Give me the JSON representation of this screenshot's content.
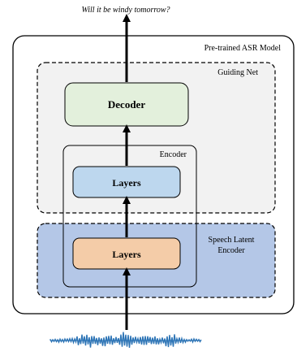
{
  "output_text": "Will it be windy tomorrow?",
  "asr_model": {
    "label": "Pre-trained ASR Model"
  },
  "guiding_net": {
    "label": "Guiding Net"
  },
  "decoder": {
    "label": "Decoder",
    "fill": "#e3f0dc"
  },
  "encoder": {
    "label": "Encoder"
  },
  "encoder_layers": {
    "label": "Layers",
    "fill": "#bdd7ee"
  },
  "speech_latent_encoder": {
    "label_line1": "Speech Latent",
    "label_line2": "Encoder",
    "fill": "#b4c7e7"
  },
  "latent_layers": {
    "label": "Layers",
    "fill": "#f4cca8"
  },
  "colors": {
    "guiding_net_fill": "#f2f2f2",
    "waveform": "#2e75b6",
    "stroke": "#000000"
  },
  "icons": {
    "input_waveform": "audio-waveform-icon"
  }
}
